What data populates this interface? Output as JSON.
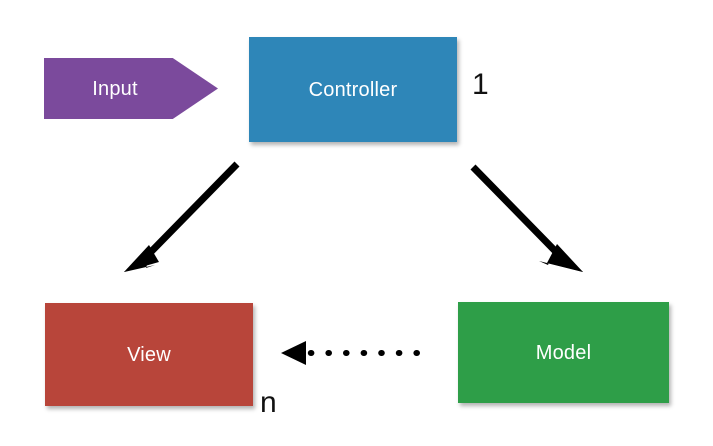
{
  "diagram": {
    "title": "MVC architecture diagram",
    "background_color": "#ffffff",
    "nodes": [
      {
        "id": "input",
        "label": "Input",
        "shape": "pentagon-arrow",
        "color": "#7B4A9C",
        "text_color": "#ffffff"
      },
      {
        "id": "controller",
        "label": "Controller",
        "shape": "rectangle",
        "color": "#2E86B8",
        "text_color": "#ffffff"
      },
      {
        "id": "view",
        "label": "View",
        "shape": "rectangle",
        "color": "#B8453A",
        "text_color": "#ffffff"
      },
      {
        "id": "model",
        "label": "Model",
        "shape": "rectangle",
        "color": "#2E9E48",
        "text_color": "#ffffff"
      }
    ],
    "cardinality_labels": [
      {
        "id": "one",
        "text": "1",
        "color": "#111111"
      },
      {
        "id": "n",
        "text": "n",
        "color": "#111111"
      }
    ],
    "connectors": [
      {
        "id": "controller-to-view",
        "from": "controller",
        "to": "view",
        "style": "solid",
        "arrowhead": "filled-triangle",
        "color": "#000000"
      },
      {
        "id": "controller-to-model",
        "from": "controller",
        "to": "model",
        "style": "solid",
        "arrowhead": "filled-triangle",
        "color": "#000000"
      },
      {
        "id": "model-to-view",
        "from": "model",
        "to": "view",
        "style": "dotted",
        "arrowhead": "filled-triangle",
        "color": "#000000"
      }
    ]
  }
}
